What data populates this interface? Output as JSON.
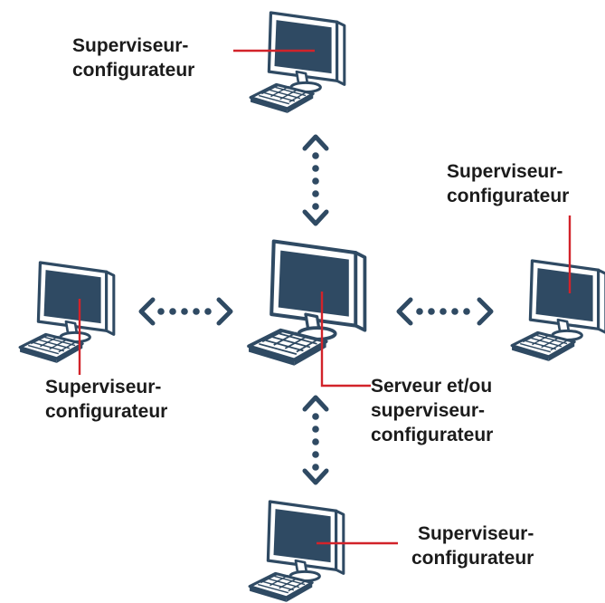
{
  "nodes": {
    "top": {
      "line1": "Superviseur-",
      "line2": "configurateur"
    },
    "right": {
      "line1": "Superviseur-",
      "line2": "configurateur"
    },
    "left": {
      "line1": "Superviseur-",
      "line2": "configurateur"
    },
    "bottom": {
      "line1": "Superviseur-",
      "line2": "configurateur"
    },
    "center": {
      "line1": "Serveur et/ou",
      "line2": "superviseur-",
      "line3": "configurateur"
    }
  },
  "colors": {
    "screen": "#2f4a63",
    "frame": "#ffffff",
    "outline": "#2f4a63",
    "arrow": "#2f4a63",
    "leader": "#d2232a",
    "text": "#1b1b1b"
  }
}
